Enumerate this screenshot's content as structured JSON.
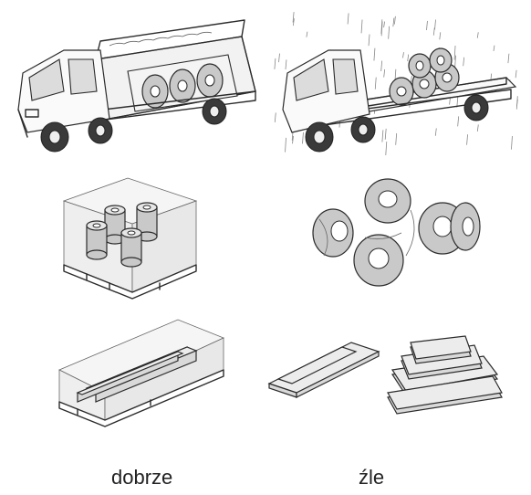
{
  "columns": [
    {
      "label": "dobrze"
    },
    {
      "label": "źle"
    }
  ],
  "rain_streaks": 70
}
